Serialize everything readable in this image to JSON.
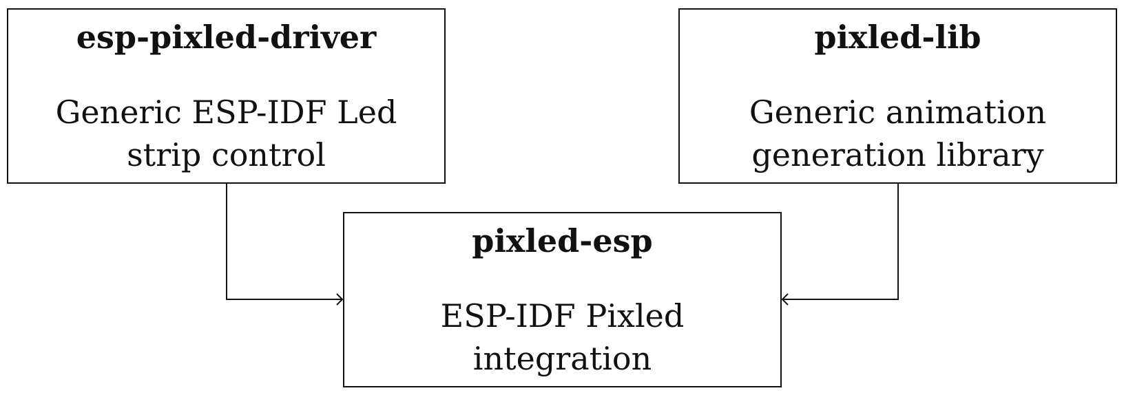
{
  "diagram": {
    "nodes": {
      "driver": {
        "title": "esp-pixled-driver",
        "description": "Generic ESP-IDF Led strip control"
      },
      "lib": {
        "title": "pixled-lib",
        "description": "Generic animation generation library"
      },
      "esp": {
        "title": "pixled-esp",
        "description": "ESP-IDF Pixled integration"
      }
    },
    "edges": [
      {
        "from": "driver",
        "to": "esp"
      },
      {
        "from": "lib",
        "to": "esp"
      }
    ]
  }
}
